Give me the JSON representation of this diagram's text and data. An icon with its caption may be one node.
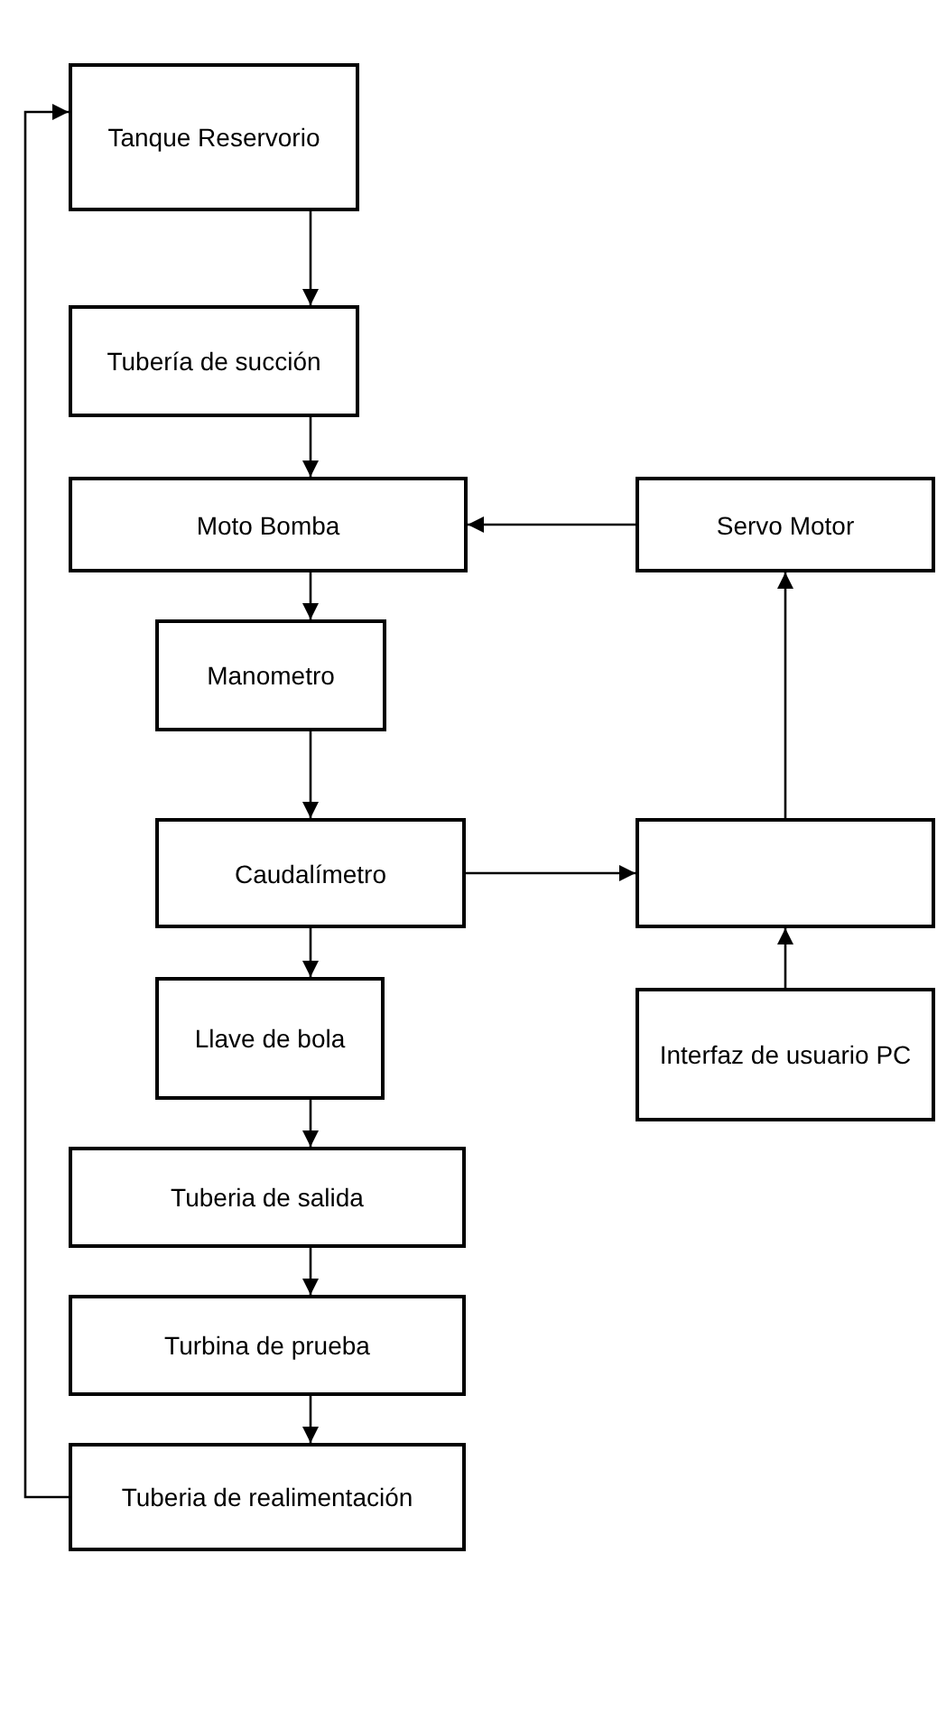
{
  "diagram": {
    "nodes": [
      {
        "text": [
          "Tanque Reservorio"
        ]
      },
      {
        "text": [
          "Tubería de succión"
        ]
      },
      {
        "text": [
          "Moto Bomba"
        ]
      },
      {
        "text": [
          "Manometro"
        ]
      },
      {
        "text": [
          "Caudalímetro"
        ]
      },
      {
        "text": [
          "Llave de bola"
        ]
      },
      {
        "text": [
          "Tuberia de salida"
        ]
      },
      {
        "text": [
          "Turbina de prueba"
        ]
      },
      {
        "text": [
          "Tuberia de realimentación"
        ]
      },
      {
        "text": [
          "Servo Motor"
        ]
      },
      {
        "text": [],
        "shape": "box"
      },
      {
        "text": [
          "Interfaz de usuario PC"
        ]
      }
    ],
    "edges": [
      {
        "from": 0,
        "to": 1,
        "arrow": "to"
      },
      {
        "from": 1,
        "to": 2,
        "arrow": "to"
      },
      {
        "from": 2,
        "to": 3,
        "arrow": "to"
      },
      {
        "from": 3,
        "to": 4,
        "arrow": "to"
      },
      {
        "from": 4,
        "to": 5,
        "arrow": "to"
      },
      {
        "from": 5,
        "to": 6,
        "arrow": "to"
      },
      {
        "from": 6,
        "to": 7,
        "arrow": "to"
      },
      {
        "from": 7,
        "to": 8,
        "arrow": "to"
      },
      {
        "from": 8,
        "to": 0,
        "arrow": "to"
      },
      {
        "from": 4,
        "to": 10,
        "arrow": "to"
      },
      {
        "from": 10,
        "to": 9,
        "arrow": "to"
      },
      {
        "from": 9,
        "to": 2,
        "arrow": "to"
      },
      {
        "from": 11,
        "to": 10,
        "arrow": "to"
      }
    ]
  }
}
